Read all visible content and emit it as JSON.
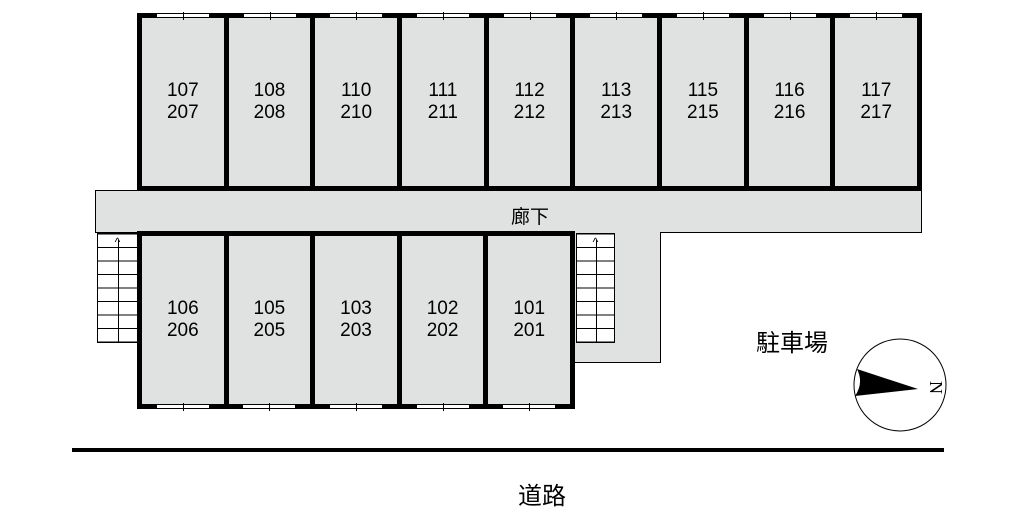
{
  "top_units": [
    {
      "lower": "107",
      "upper": "207"
    },
    {
      "lower": "108",
      "upper": "208"
    },
    {
      "lower": "110",
      "upper": "210"
    },
    {
      "lower": "111",
      "upper": "211"
    },
    {
      "lower": "112",
      "upper": "212"
    },
    {
      "lower": "113",
      "upper": "213"
    },
    {
      "lower": "115",
      "upper": "215"
    },
    {
      "lower": "116",
      "upper": "216"
    },
    {
      "lower": "117",
      "upper": "217"
    }
  ],
  "bottom_units": [
    {
      "lower": "106",
      "upper": "206"
    },
    {
      "lower": "105",
      "upper": "205"
    },
    {
      "lower": "103",
      "upper": "203"
    },
    {
      "lower": "102",
      "upper": "202"
    },
    {
      "lower": "101",
      "upper": "201"
    }
  ],
  "corridor_label": "廊下",
  "parking_label": "駐車場",
  "road_label": "道路",
  "compass_label": "N"
}
